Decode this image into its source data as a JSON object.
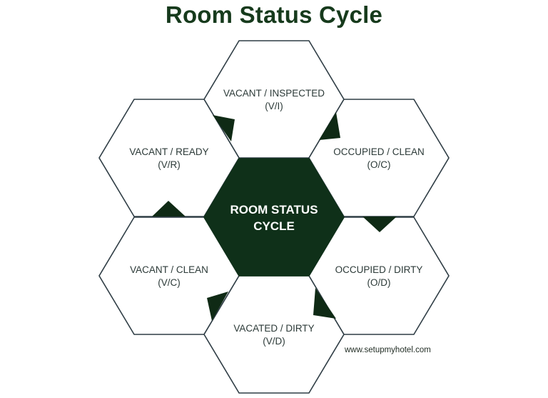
{
  "title": "Room Status Cycle",
  "colors": {
    "accent": "#0f3019",
    "title": "#163a1c",
    "hex_stroke": "#2f3d45",
    "hex_fill": "#ffffff",
    "arrow": "#0f2a15",
    "label_text": "#2c3a38"
  },
  "center": {
    "line1": "ROOM STATUS",
    "line2": "CYCLE"
  },
  "states": [
    {
      "position": "top",
      "name": "VACANT / INSPECTED",
      "code": "(V/I)"
    },
    {
      "position": "top-right",
      "name": "OCCUPIED / CLEAN",
      "code": "(O/C)"
    },
    {
      "position": "bottom-right",
      "name": "OCCUPIED / DIRTY",
      "code": "(O/D)"
    },
    {
      "position": "bottom",
      "name": "VACATED / DIRTY",
      "code": "(V/D)"
    },
    {
      "position": "bottom-left",
      "name": "VACANT / CLEAN",
      "code": "(V/C)"
    },
    {
      "position": "top-left",
      "name": "VACANT / READY",
      "code": "(V/R)"
    }
  ],
  "cycle_order": [
    "V/R",
    "V/I",
    "O/C",
    "O/D",
    "V/D",
    "V/C"
  ],
  "credit": "www.setupmyhotel.com"
}
